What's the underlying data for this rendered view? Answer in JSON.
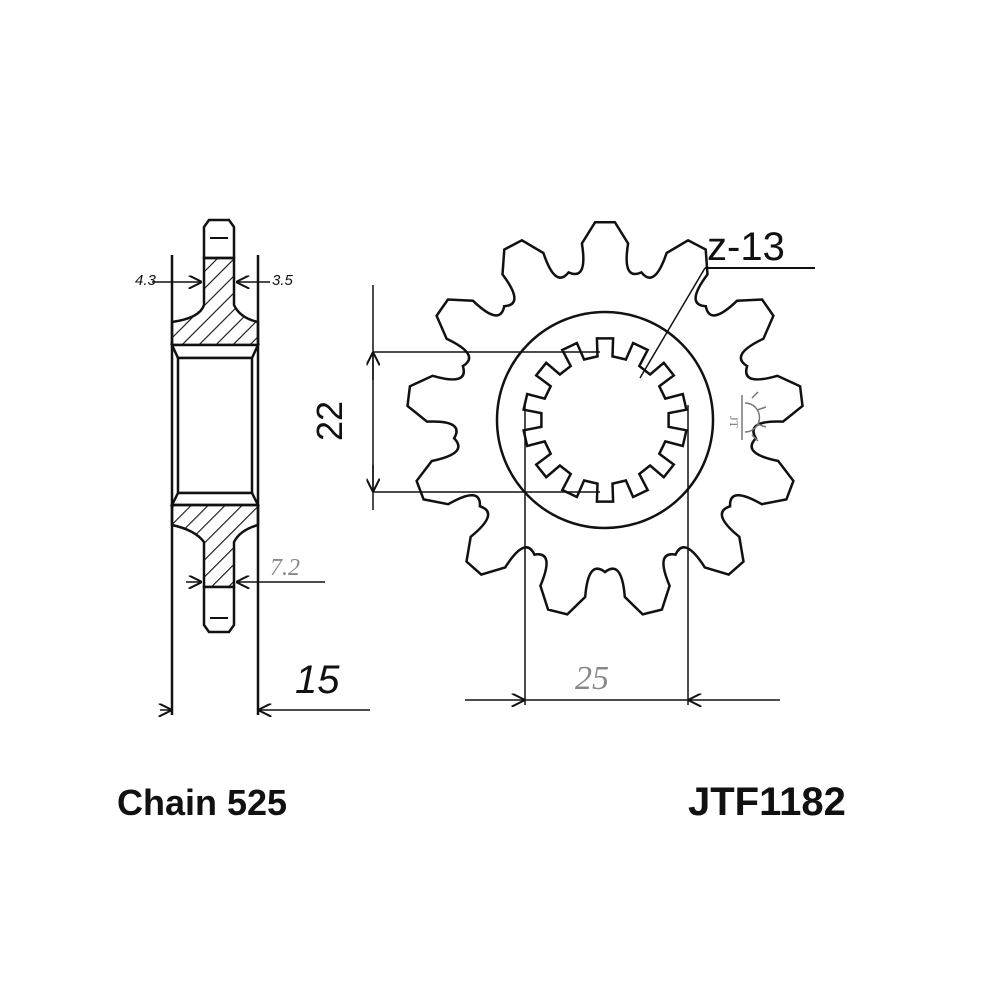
{
  "drawing": {
    "teeth_label": "z-13",
    "teeth_count": 13,
    "spline_count": 14,
    "dim_spline_diameter": "22",
    "dim_hub_bore": "25",
    "dim_width": "15",
    "dim_left_offset": "4.3",
    "dim_right_offset": "3.5",
    "dim_tooth_thickness": "7.2",
    "logo_text": "JT"
  },
  "caption": {
    "chain": "Chain 525",
    "part_number": "JTF1182"
  }
}
